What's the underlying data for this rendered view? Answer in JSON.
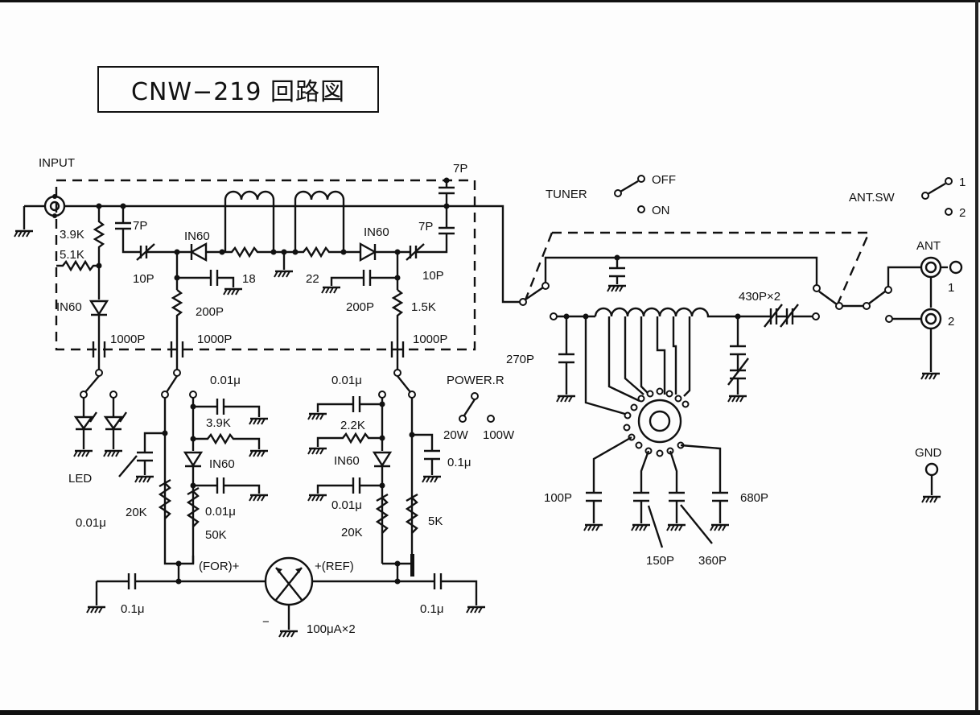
{
  "title": "CNW−219 回路図",
  "labels": {
    "input": "INPUT",
    "r_3_9k": "3.9K",
    "r_5_1k": "5.1K",
    "d_in60_left": "IN60",
    "c_7p_left": "7P",
    "d_in60_a": "IN60",
    "c_10p_left": "10P",
    "r_18": "18",
    "c_200p_left": "200P",
    "c_1000p_a": "1000P",
    "c_1000p_b": "1000P",
    "r_22": "22",
    "d_in60_b": "IN60",
    "c_7p_top": "7P",
    "c_7p_right": "7P",
    "c_10p_right": "10P",
    "c_200p_right": "200P",
    "r_1_5k": "1.5K",
    "c_1000p_c": "1000P",
    "tuner": "TUNER",
    "tuner_off": "OFF",
    "tuner_on": "ON",
    "ant_sw": "ANT.SW",
    "ant_sw_1": "1",
    "ant_sw_2": "2",
    "ant": "ANT",
    "ant_1": "1",
    "ant_2": "2",
    "c_430p": "430P×2",
    "c_270p": "270P",
    "power_r": "POWER.R",
    "pw_20w": "20W",
    "pw_100w": "100W",
    "c_0_01u_a": "0.01μ",
    "r_3_9k_b": "3.9K",
    "d_in60_c": "IN60",
    "c_0_01u_b": "0.01μ",
    "r_50k": "50K",
    "r_20k_a": "20K",
    "c_0_01u_led": "0.01μ",
    "led": "LED",
    "c_0_01u_c": "0.01μ",
    "r_2_2k": "2.2K",
    "d_in60_d": "IN60",
    "c_0_01u_d": "0.01μ",
    "r_20k_b": "20K",
    "c_0_1u_right_mid": "0.1μ",
    "r_5k": "5K",
    "meter_for": "(FOR)+",
    "meter_ref": "+(REF)",
    "meter_minus": "−",
    "meter_spec": "100μA×2",
    "c_0_1u_left": "0.1μ",
    "c_0_1u_right": "0.1μ",
    "c_100p": "100P",
    "c_150p": "150P",
    "c_360p": "360P",
    "c_680p": "680P",
    "gnd": "GND"
  },
  "icons": {
    "ground": "ground-symbol",
    "coax": "coax-connector-icon",
    "meter": "dual-meter-icon",
    "rotary": "rotary-switch-icon"
  }
}
